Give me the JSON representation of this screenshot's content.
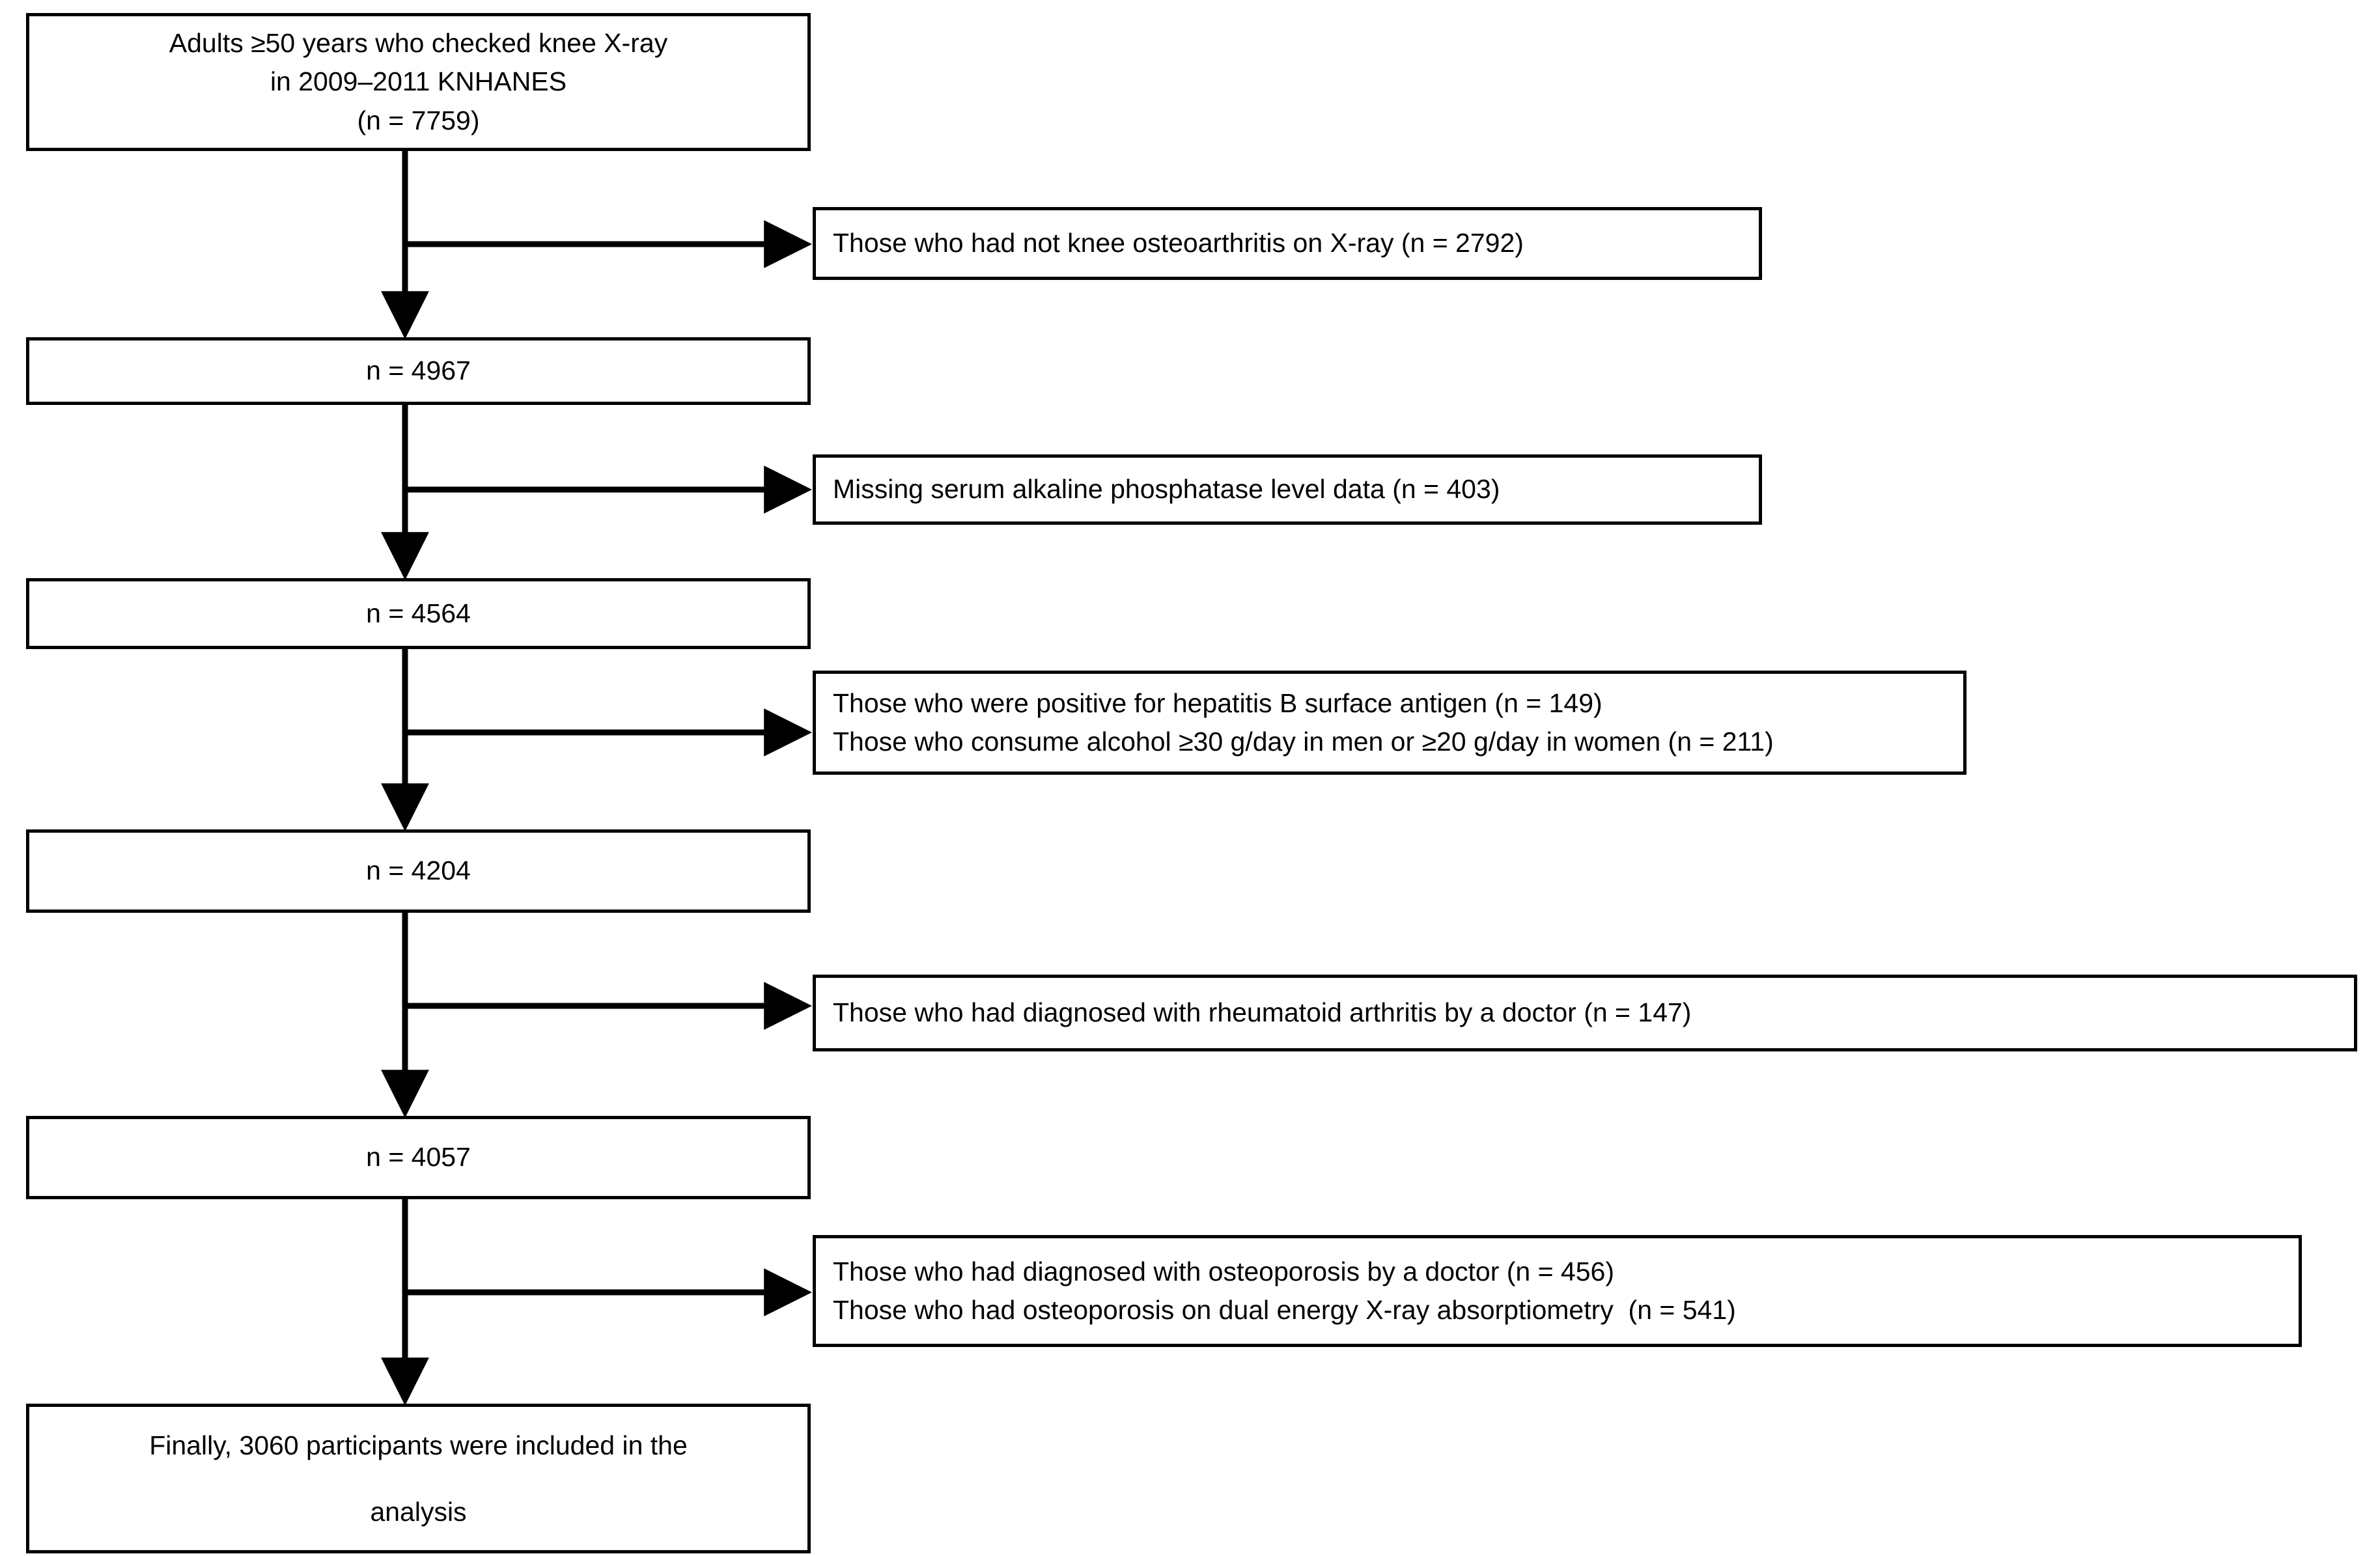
{
  "figure": {
    "type": "flowchart",
    "description": "Participant selection flow diagram",
    "colors": {
      "background": "#ffffff",
      "box_border": "#000000",
      "text": "#000000",
      "connector": "#000000"
    }
  },
  "nodes": {
    "source": {
      "lines": [
        "Adults ≥50 years who checked knee X-ray",
        "in 2009–2011 KNHANES",
        "(n = 7759)"
      ]
    },
    "step1": {
      "lines": [
        "n = 4967"
      ]
    },
    "step2": {
      "lines": [
        "n = 4564"
      ]
    },
    "step3": {
      "lines": [
        "n = 4204"
      ]
    },
    "step4": {
      "lines": [
        "n = 4057"
      ]
    },
    "final": {
      "lines": [
        "Finally, 3060 participants were included in the",
        "analysis"
      ]
    }
  },
  "exclusions": {
    "exclusion1": {
      "lines": [
        "Those who had not knee osteoarthritis on X-ray (n = 2792)"
      ]
    },
    "exclusion2": {
      "lines": [
        "Missing serum alkaline phosphatase level data (n = 403)"
      ]
    },
    "exclusion3": {
      "lines": [
        "Those who were positive for hepatitis B surface antigen (n = 149)",
        "Those who consume alcohol ≥30 g/day in men or ≥20 g/day in women (n = 211)"
      ]
    },
    "exclusion4": {
      "lines": [
        "Those who had diagnosed with rheumatoid arthritis by a doctor (n = 147)"
      ]
    },
    "exclusion5": {
      "lines": [
        "Those who had diagnosed with osteoporosis by a doctor (n = 456)",
        "Those who had osteoporosis on dual energy X-ray absorptiometry  (n = 541)"
      ]
    }
  },
  "flow_data": {
    "counts": {
      "initial": 7759,
      "after_excluding_no_knee_oa": 4967,
      "after_excluding_missing_alp": 4564,
      "after_excluding_hbsag_alcohol": 4204,
      "after_excluding_ra": 4057,
      "final_analysis": 3060
    },
    "exclusion_counts": {
      "no_knee_osteoarthritis_on_xray": 2792,
      "missing_serum_alp": 403,
      "hepatitis_b_surface_antigen_positive": 149,
      "alcohol_over_threshold": 211,
      "rheumatoid_arthritis": 147,
      "osteoporosis_diagnosed": 456,
      "osteoporosis_on_dxa": 541
    }
  }
}
